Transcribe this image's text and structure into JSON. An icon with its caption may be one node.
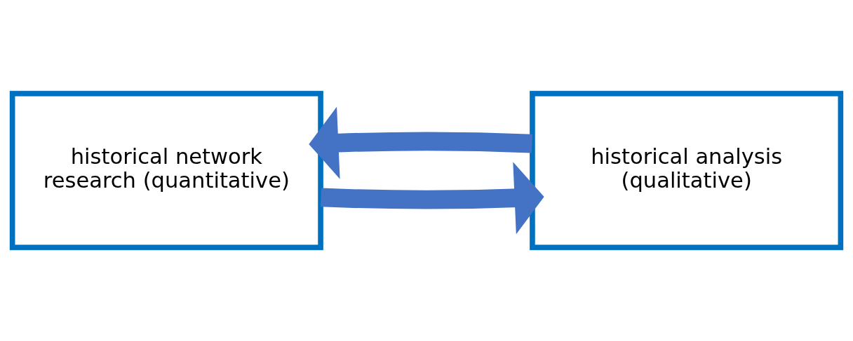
{
  "diagram": {
    "nodes": [
      {
        "text": [
          "historical network research (quantitative)"
        ]
      },
      {
        "text": [
          "historical analysis (qualitative)"
        ]
      }
    ],
    "edges": [
      {
        "from": 0,
        "to": 1,
        "arrow": "to"
      },
      {
        "from": 1,
        "to": 0,
        "arrow": "to"
      }
    ]
  }
}
